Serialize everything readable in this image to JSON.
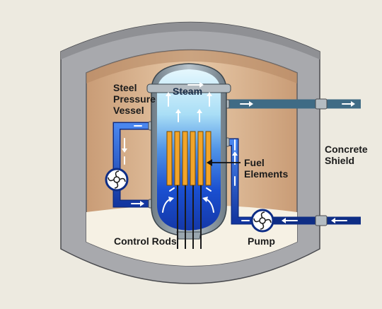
{
  "labels": {
    "steel_pressure_vessel": "Steel\nPressure\nVessel",
    "steam": "Steam",
    "fuel_elements": "Fuel\nElements",
    "concrete_shield": "Concrete\nShield",
    "control_rods": "Control Rods",
    "pump": "Pump"
  },
  "colors": {
    "background": "#edeae0",
    "concrete": "#a8a9ad",
    "concrete_dark": "#6b6c70",
    "interior_wall": "#d9b391",
    "floor": "#f5f0e4",
    "vessel_steel": "#8e9ca6",
    "water_blue": "#1a5fd6",
    "steam_blue": "#c8ecfa",
    "fuel_rod": "#f2a52a",
    "pipe_blue": "#1d4fc4",
    "arrow_white": "#ffffff"
  },
  "icons": {
    "pump_left": "pump-icon",
    "pump_right": "pump-icon",
    "flow_arrows": "arrow-icon"
  }
}
